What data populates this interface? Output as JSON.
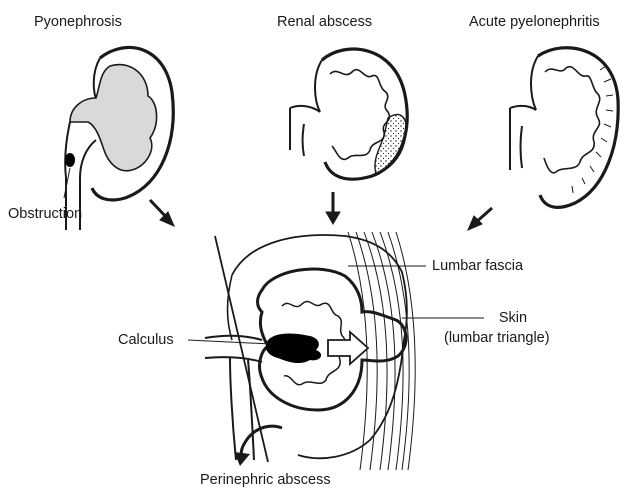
{
  "labels": {
    "pyonephrosis": "Pyonephrosis",
    "renal_abscess": "Renal abscess",
    "acute_pyelonephritis": "Acute pyelonephritis",
    "obstruction": "Obstruction",
    "lumbar_fascia": "Lumbar fascia",
    "skin_line1": "Skin",
    "skin_line2": "(lumbar triangle)",
    "calculus": "Calculus",
    "perinephric_abscess": "Perinephric abscess"
  },
  "colors": {
    "ink": "#1a1a1a",
    "pus_fill": "#d9d9d9",
    "stone_fill": "#000000"
  }
}
